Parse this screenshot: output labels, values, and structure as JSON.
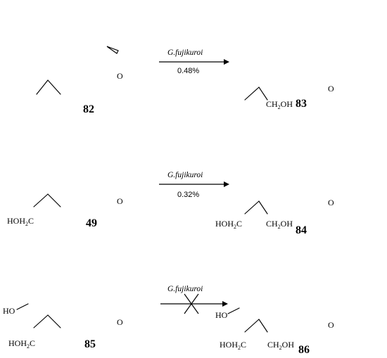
{
  "reactions": [
    {
      "substrate": {
        "number": "82"
      },
      "product": {
        "number": "83",
        "label_groups": [
          "CH2OH"
        ]
      },
      "organism": "G.fujikuroi",
      "yield": "0.48%",
      "blocked": false
    },
    {
      "substrate": {
        "number": "49",
        "label_groups": [
          "HOH2C"
        ]
      },
      "product": {
        "number": "84",
        "label_groups": [
          "HOH2C",
          "CH2OH"
        ]
      },
      "organism": "G.fujikuroi",
      "yield": "0.32%",
      "blocked": false
    },
    {
      "substrate": {
        "number": "85",
        "label_groups": [
          "HO",
          "HOH2C"
        ]
      },
      "product": {
        "number": "86",
        "label_groups": [
          "HO",
          "HOH2C",
          "CH2OH"
        ]
      },
      "organism": "G.fujikuroi",
      "yield": "",
      "blocked": true
    }
  ],
  "atom_labels": {
    "oxygen": "O",
    "hydroxyl": "HO",
    "ch2oh_main": "CH",
    "ch2oh_sub": "2",
    "ch2oh_tail": "OH",
    "hoh2c_main": "HOH",
    "hoh2c_sub": "2",
    "hoh2c_tail": "C"
  }
}
